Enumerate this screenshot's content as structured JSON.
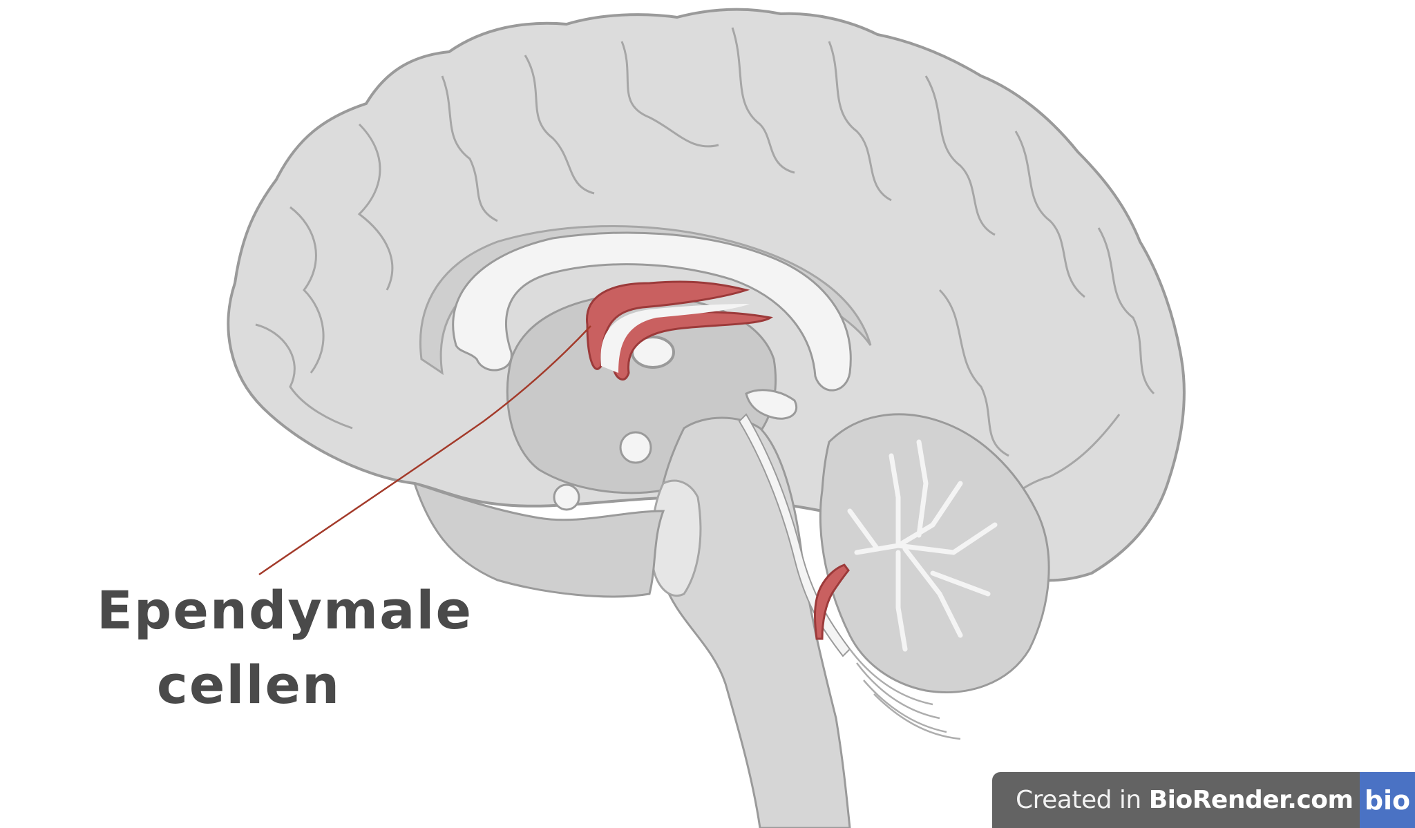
{
  "diagram": {
    "subject": "Sagittal section of the human brain",
    "highlight_color": "#c96060",
    "highlight_outline": "#9c3a3a",
    "brain_fill": "#dcdcdc",
    "brain_outline": "#9a9a9a",
    "leader_line_color": "#a33a2a",
    "highlighted_regions": [
      "lateral-ventricle-lining",
      "fourth-ventricle-lining"
    ]
  },
  "label": {
    "line1": "Ependymale",
    "line2": "cellen"
  },
  "watermark": {
    "prefix": "Created in ",
    "brand": "BioRender.com",
    "logo": "bio"
  }
}
